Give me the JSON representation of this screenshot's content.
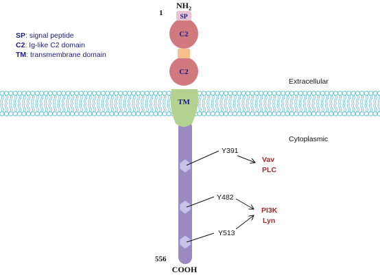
{
  "termini": {
    "n_label": "NH",
    "n_sub": "2",
    "c_label": "COOH",
    "start": "1",
    "end": "556"
  },
  "domains": {
    "sp": "SP",
    "c2_top": "C2",
    "c2_bottom": "C2",
    "tm": "TM"
  },
  "regions": {
    "extracellular": "Extracellular",
    "cytoplasmic": "Cytoplasmic"
  },
  "legend": [
    {
      "abbr": "SP",
      "text": ": signal peptide"
    },
    {
      "abbr": "C2",
      "text": ": Ig-like C2 domain"
    },
    {
      "abbr": "TM",
      "text": ": transmembrane domain"
    }
  ],
  "sites": {
    "y391": "Y391",
    "y482": "Y482",
    "y513": "Y513"
  },
  "partners": {
    "vav": "Vav",
    "plc": "PLC",
    "pi3k": "PI3K",
    "lyn": "Lyn"
  },
  "colors": {
    "membrane": "#6fc6d6",
    "tail": "#9b8ac2",
    "c2": "#d07a80",
    "sp": "#e8c3d3",
    "linker": "#f5c08e",
    "tm": "#b4d18f",
    "hexagon": "#c7c3e8",
    "partner_text": "#a02a2a",
    "legend_text": "#1a1a80"
  }
}
